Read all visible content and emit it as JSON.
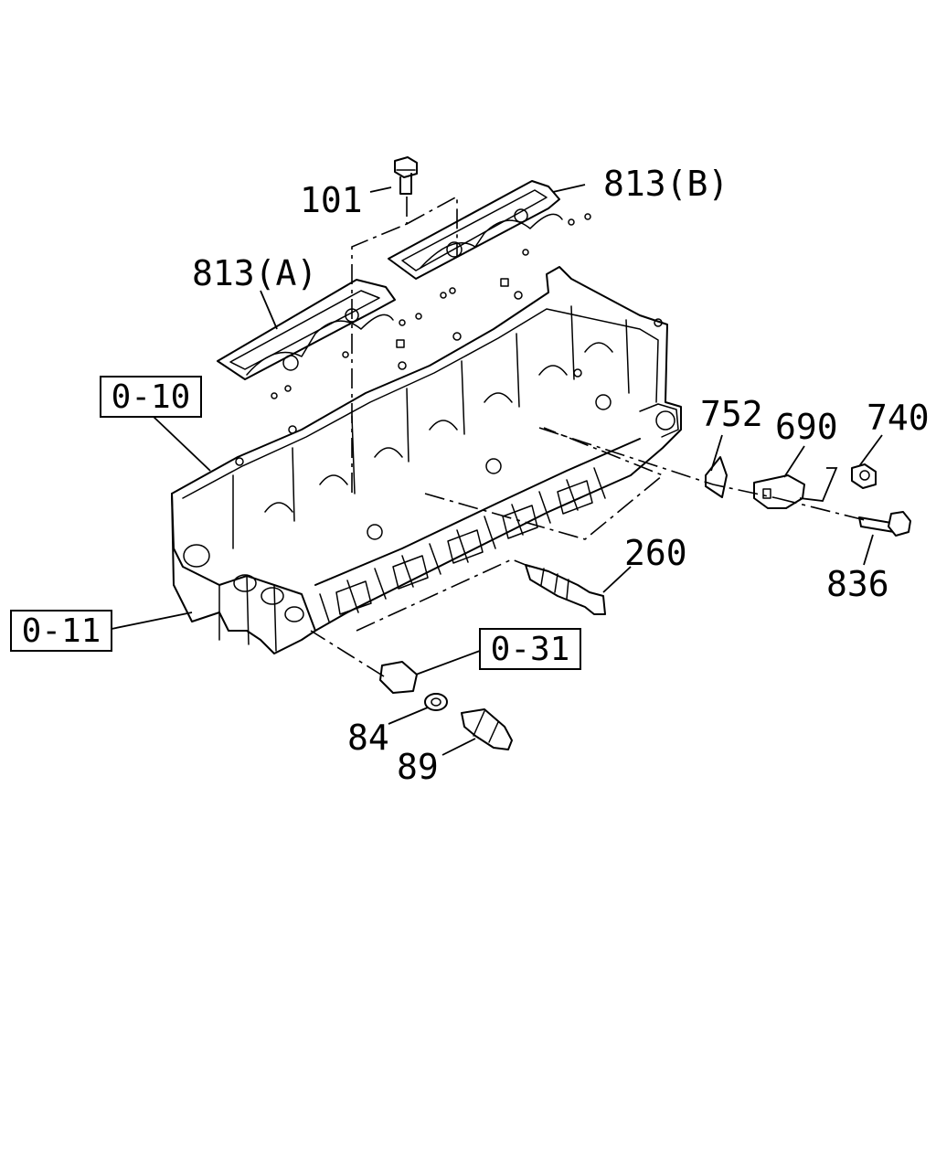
{
  "callouts": {
    "c101": "101",
    "c813b": "813(B)",
    "c813a": "813(A)",
    "c752": "752",
    "c690": "690",
    "c740": "740",
    "c260": "260",
    "c836": "836",
    "c84": "84",
    "c89": "89"
  },
  "refs": {
    "r010": "0-10",
    "r011": "0-11",
    "r031": "0-31"
  }
}
